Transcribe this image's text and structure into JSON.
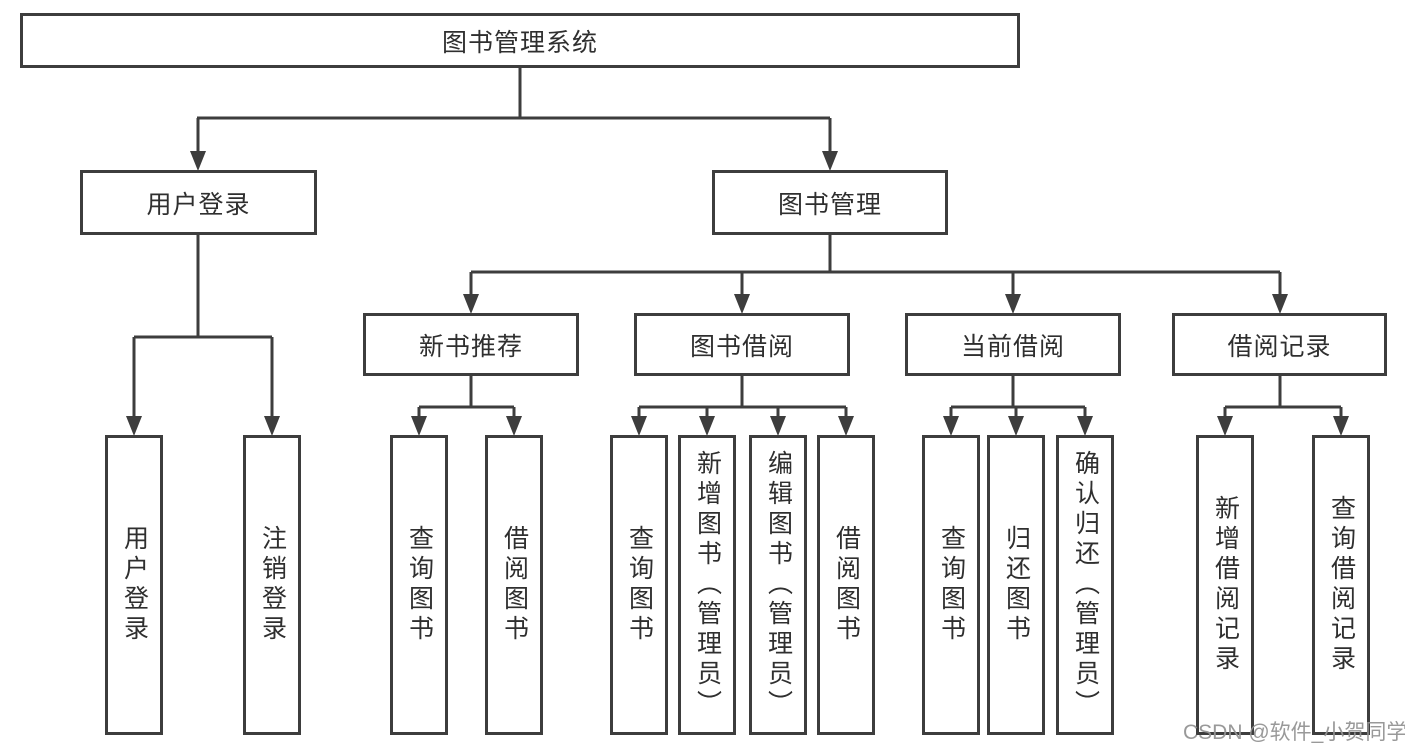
{
  "diagram_title": "图书管理系统",
  "tree": {
    "label": "图书管理系统",
    "children": [
      {
        "label": "用户登录",
        "children": [
          {
            "label": "用户登录"
          },
          {
            "label": "注销登录"
          }
        ]
      },
      {
        "label": "图书管理",
        "children": [
          {
            "label": "新书推荐",
            "children": [
              {
                "label": "查询图书"
              },
              {
                "label": "借阅图书"
              }
            ]
          },
          {
            "label": "图书借阅",
            "children": [
              {
                "label": "查询图书"
              },
              {
                "label": "新增图书（管理员）"
              },
              {
                "label": "编辑图书（管理员）"
              },
              {
                "label": "借阅图书"
              }
            ]
          },
          {
            "label": "当前借阅",
            "children": [
              {
                "label": "查询图书"
              },
              {
                "label": "归还图书"
              },
              {
                "label": "确认归还（管理员）"
              }
            ]
          },
          {
            "label": "借阅记录",
            "children": [
              {
                "label": "新增借阅记录"
              },
              {
                "label": "查询借阅记录"
              }
            ]
          }
        ]
      }
    ]
  },
  "watermark": {
    "text": "CSDN @软件_小贺同学"
  },
  "colors": {
    "box_border": "#3d3d3d",
    "connector_line": "#3d3d3d",
    "text": "#2f2f2f",
    "watermark_text": "#949494",
    "background": "#ffffff"
  }
}
